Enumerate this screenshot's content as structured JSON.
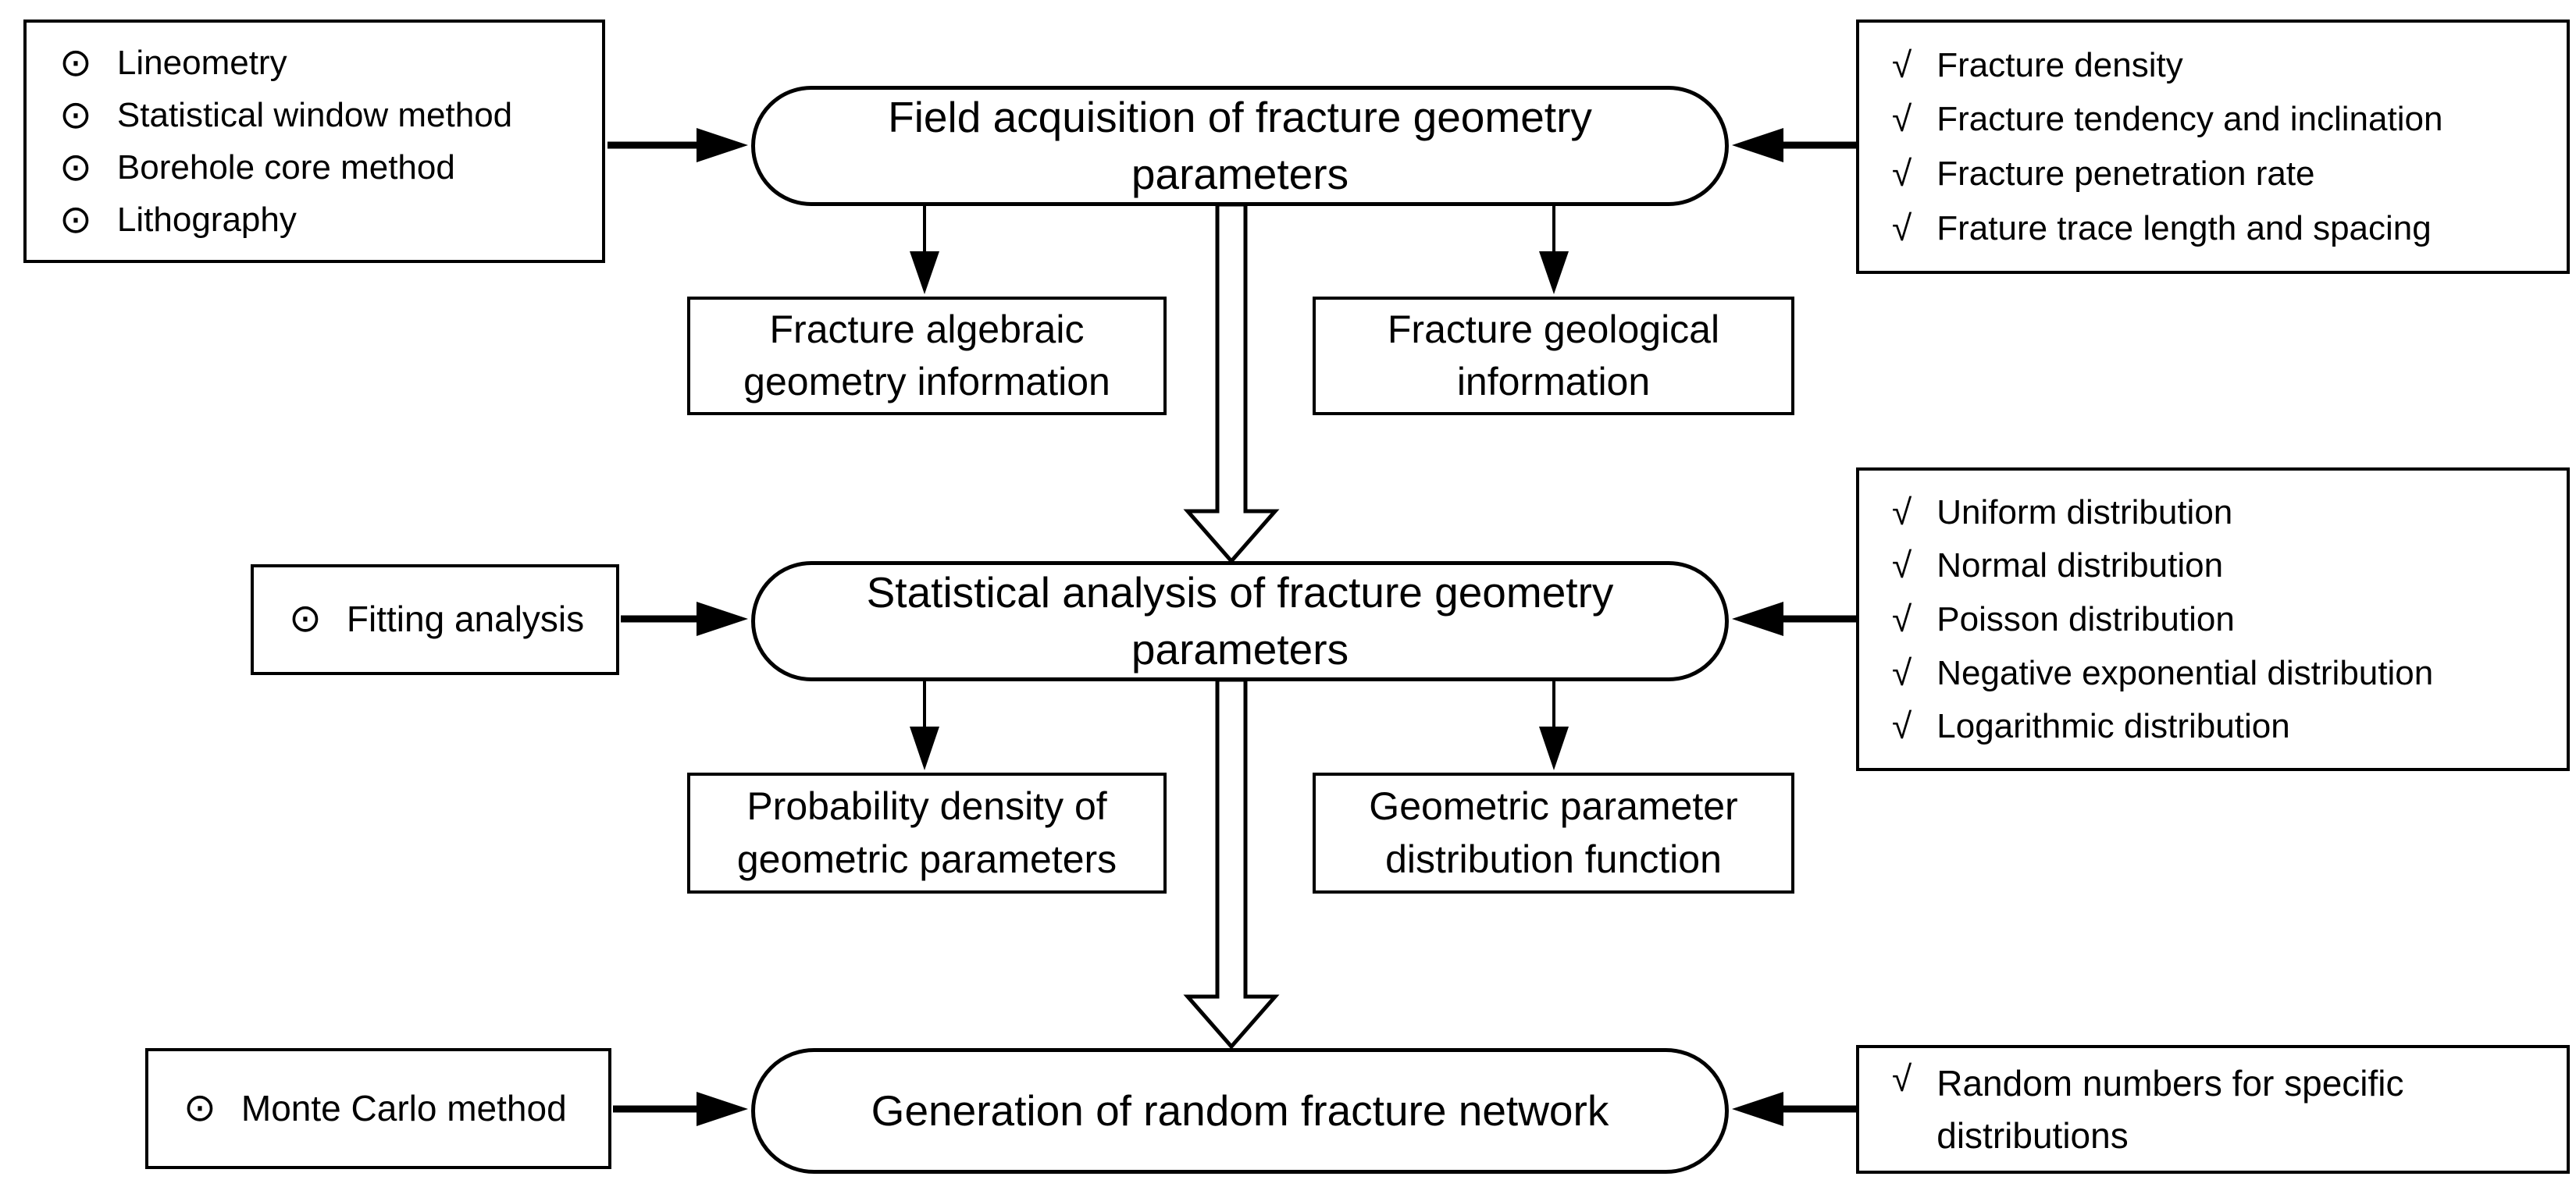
{
  "icons": {
    "bullet": "⊙",
    "check": "√"
  },
  "colors": {
    "ink": "#000000",
    "paper": "#ffffff"
  },
  "stages": {
    "stage1": {
      "title": "Field acquisition of fracture geometry parameters"
    },
    "stage2": {
      "title": "Statistical analysis of fracture geometry parameters"
    },
    "stage3": {
      "title": "Generation of random fracture network"
    }
  },
  "method_boxes": {
    "survey": {
      "items": [
        "Lineometry",
        "Statistical window method",
        "Borehole core method",
        "Lithography"
      ]
    },
    "fitting": {
      "items": [
        "Fitting analysis"
      ]
    },
    "monte_carlo": {
      "items": [
        "Monte Carlo method"
      ]
    }
  },
  "parameter_boxes": {
    "field": {
      "items": [
        "Fracture density",
        "Fracture tendency and inclination",
        "Fracture penetration rate",
        "Frature trace length and spacing"
      ]
    },
    "distributions": {
      "items": [
        "Uniform distribution",
        "Normal distribution",
        "Poisson distribution",
        "Negative exponential distribution",
        "Logarithmic distribution"
      ]
    },
    "random": {
      "items": [
        "Random numbers for specific distributions"
      ]
    }
  },
  "outputs": {
    "algebraic": "Fracture algebraic geometry information",
    "geological": "Fracture geological information",
    "probability": "Probability density of geometric parameters",
    "distribution_function": "Geometric parameter distribution function"
  }
}
